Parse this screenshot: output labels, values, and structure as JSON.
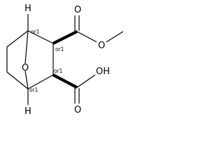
{
  "molecule": {
    "atoms": {
      "h_top": "H",
      "h_bottom": "H",
      "bridge_oxygen": "O",
      "ester_carbonyl_oxygen": "O",
      "ester_oxygen": "O",
      "acid_carbonyl_oxygen": "O",
      "acid_hydroxyl": "OH"
    },
    "stereo_labels": {
      "c1": "or1",
      "c2": "or1",
      "c3": "or1",
      "c4": "or1"
    }
  }
}
